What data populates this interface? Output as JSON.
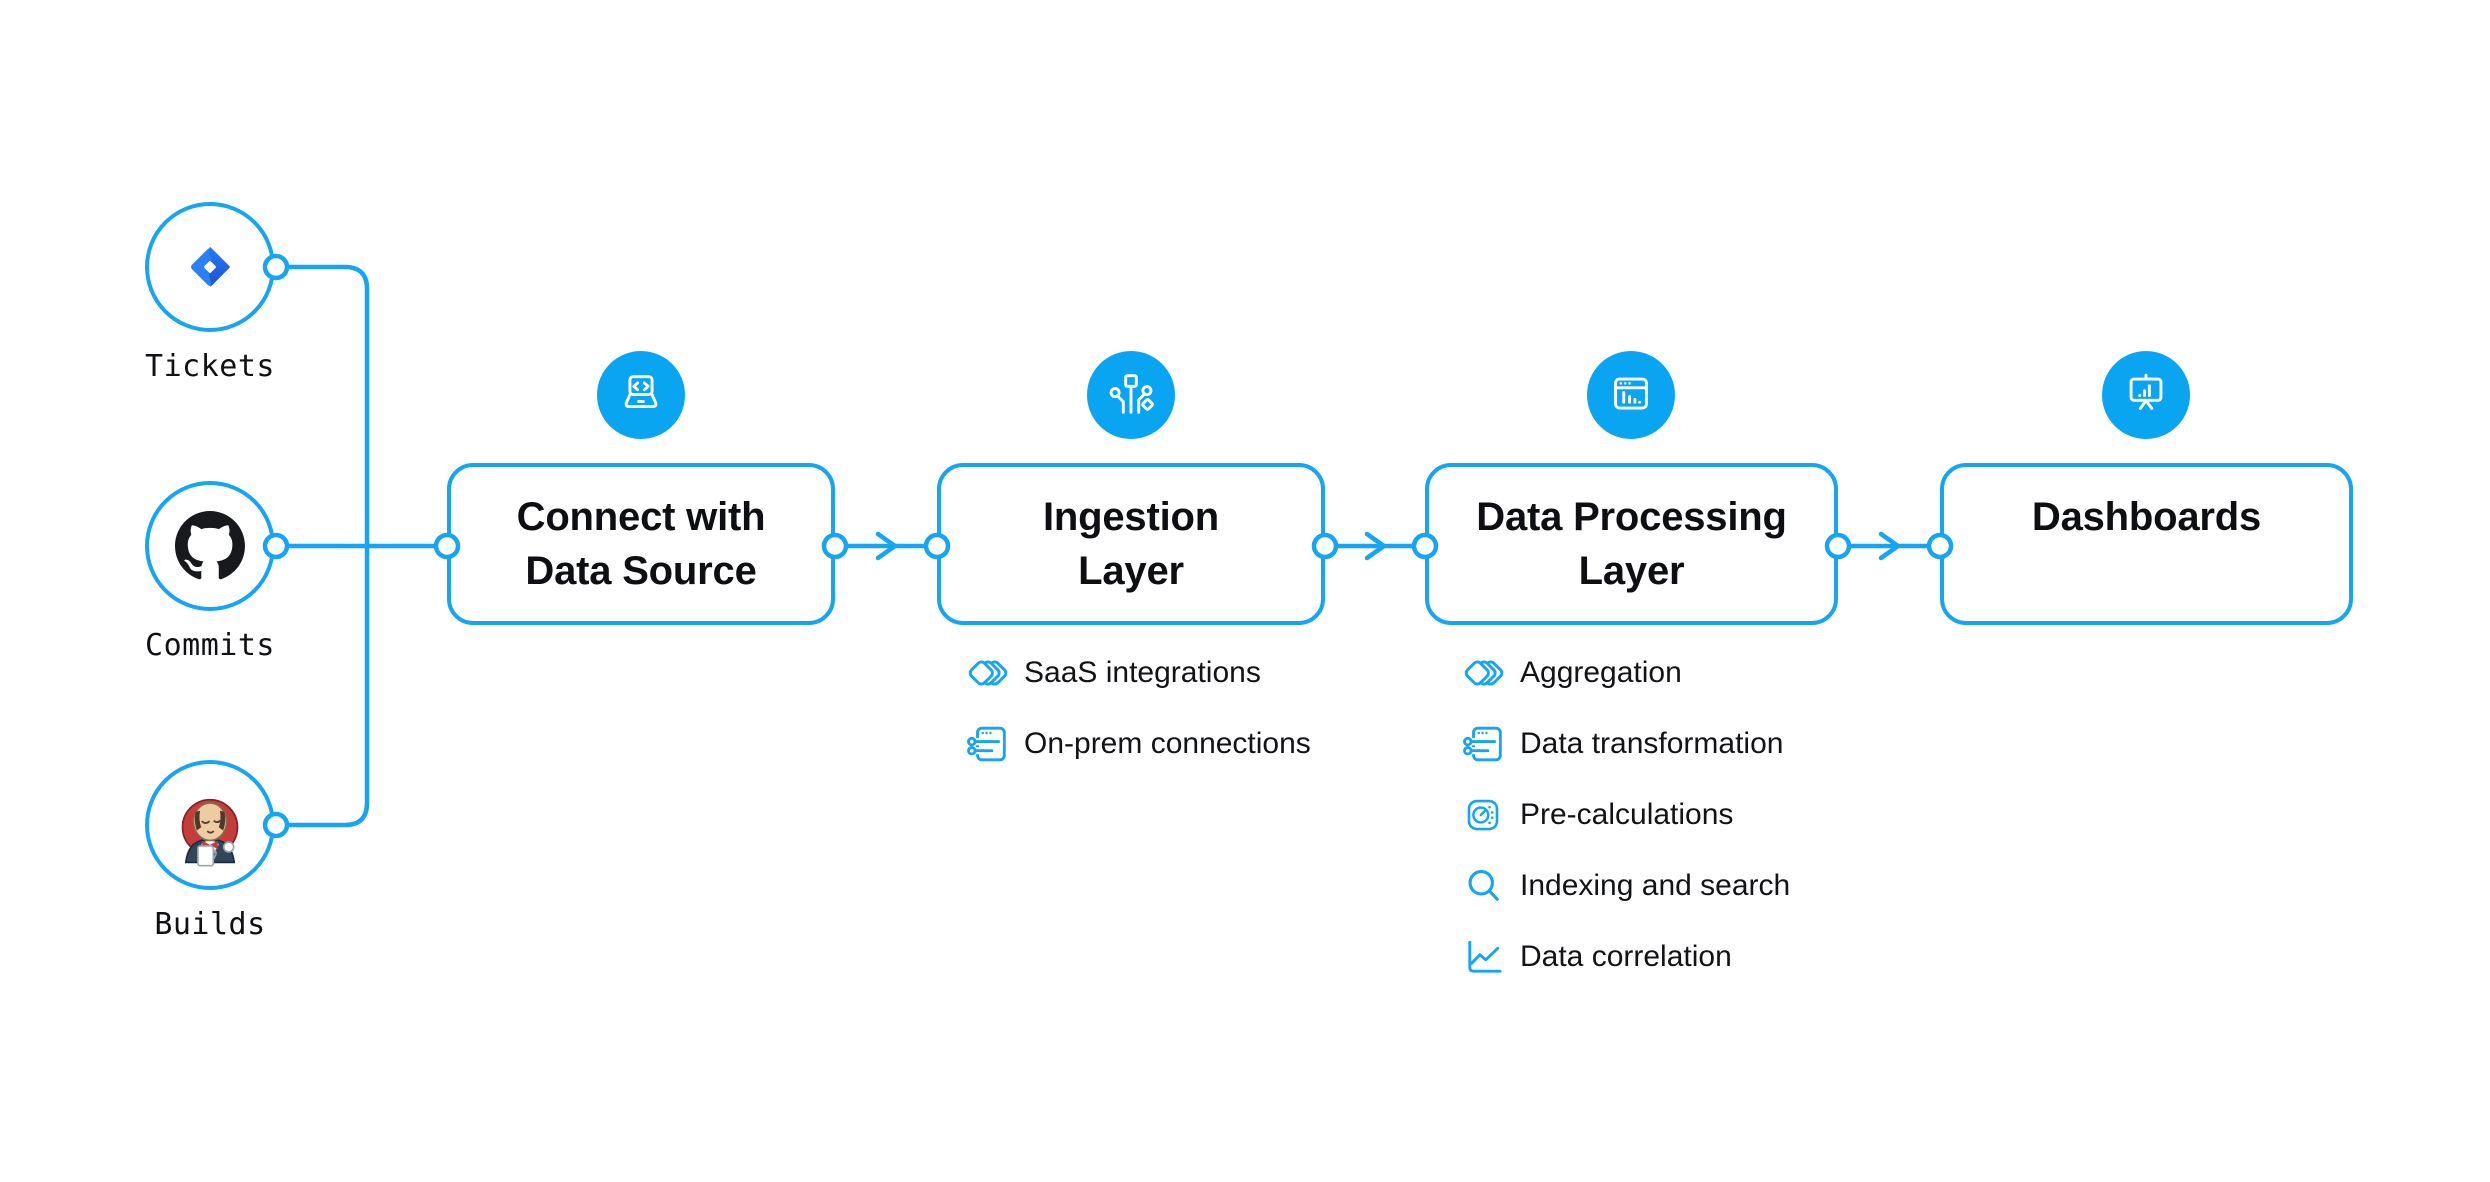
{
  "colors": {
    "accent_blue": "#16a5f2",
    "icon_circle_blue": "#0aa5f0",
    "text_dark": "#101114",
    "jira_blue": "#2c80f6",
    "jira_blue_dark": "#1a53d4",
    "github_black": "#17191d",
    "jenkins_red": "#c43c3c"
  },
  "sources": [
    {
      "label": "Tickets",
      "icon": "jira-icon"
    },
    {
      "label": "Commits",
      "icon": "github-icon"
    },
    {
      "label": "Builds",
      "icon": "jenkins-icon"
    }
  ],
  "flow": {
    "boxes": [
      {
        "icon": "laptop-code-icon",
        "lines": [
          "Connect with",
          "Data Source"
        ],
        "features": []
      },
      {
        "icon": "circuit-branches-icon",
        "lines": [
          "Ingestion",
          "Layer"
        ],
        "features": [
          {
            "icon": "stacked-diamonds-icon",
            "label": "SaaS integrations"
          },
          {
            "icon": "window-sliders-icon",
            "label": "On-prem connections"
          }
        ]
      },
      {
        "icon": "window-bar-chart-icon",
        "lines": [
          "Data Processing",
          "Layer"
        ],
        "features": [
          {
            "icon": "stacked-diamonds-icon",
            "label": "Aggregation"
          },
          {
            "icon": "window-sliders-icon",
            "label": "Data transformation"
          },
          {
            "icon": "gauge-icon",
            "label": "Pre-calculations"
          },
          {
            "icon": "search-icon",
            "label": "Indexing and search"
          },
          {
            "icon": "line-chart-icon",
            "label": "Data correlation"
          }
        ]
      },
      {
        "icon": "presentation-chart-icon",
        "lines": [
          "Dashboards",
          ""
        ],
        "features": []
      }
    ]
  }
}
